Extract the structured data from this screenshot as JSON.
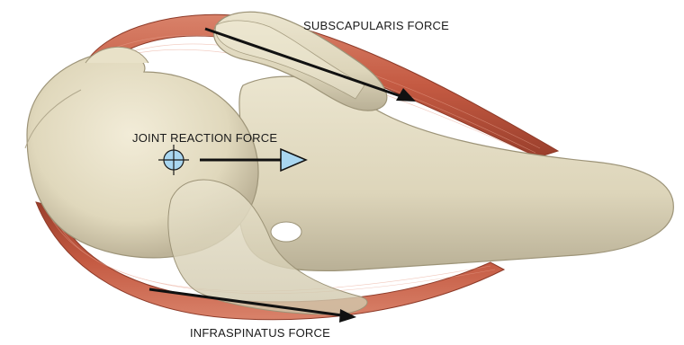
{
  "labels": {
    "subscapularis": "SUBSCAPULARIS FORCE",
    "joint_reaction": "JOINT REACTION FORCE",
    "infraspinatus": "INFRASPINATUS FORCE"
  },
  "colors": {
    "bone": "#e6dfc6",
    "bone_shadow": "#b9b096",
    "muscle": "#c9654c",
    "muscle_dark": "#9a3f2c",
    "arrow_dark": "#111111",
    "arrow_light": "#a9d6f0"
  }
}
